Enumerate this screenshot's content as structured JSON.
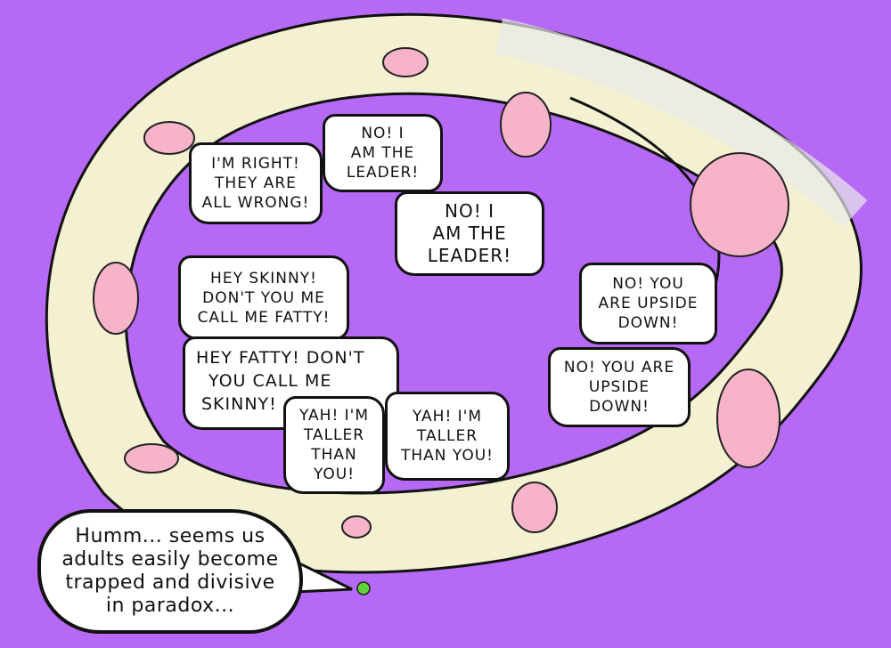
{
  "colors": {
    "background": "#b569f4",
    "band": "#f4f0d2",
    "character": "#f7b3c8",
    "dot": "#5fd23c"
  },
  "bubbles": [
    {
      "id": "im-right",
      "lines": [
        "I'M RIGHT!",
        "THEY ARE",
        "ALL WRONG!"
      ]
    },
    {
      "id": "leader-1",
      "lines": [
        "NO! I",
        "AM THE",
        "LEADER!"
      ]
    },
    {
      "id": "leader-2",
      "lines": [
        "NO! I",
        "AM THE",
        "LEADER!"
      ]
    },
    {
      "id": "hey-skinny",
      "lines": [
        "HEY SKINNY!",
        "DON'T YOU ME",
        "CALL ME FATTY!"
      ]
    },
    {
      "id": "hey-fatty",
      "lines": [
        "HEY FATTY! DON'T",
        "YOU CALL ME",
        "SKINNY!"
      ]
    },
    {
      "id": "taller-1",
      "lines": [
        "YAH! I'M",
        "TALLER",
        "THAN",
        "YOU!"
      ]
    },
    {
      "id": "taller-2",
      "lines": [
        "YAH! I'M",
        "TALLER",
        "THAN YOU!"
      ]
    },
    {
      "id": "upside-1",
      "lines": [
        "NO! YOU",
        "ARE UPSIDE",
        "DOWN!"
      ]
    },
    {
      "id": "upside-2",
      "lines": [
        "NO! YOU ARE",
        "UPSIDE",
        "DOWN!"
      ]
    },
    {
      "id": "narrator",
      "lines": [
        "Humm... seems us",
        "adults easily become",
        "trapped and divisive",
        "in paradox..."
      ]
    }
  ]
}
